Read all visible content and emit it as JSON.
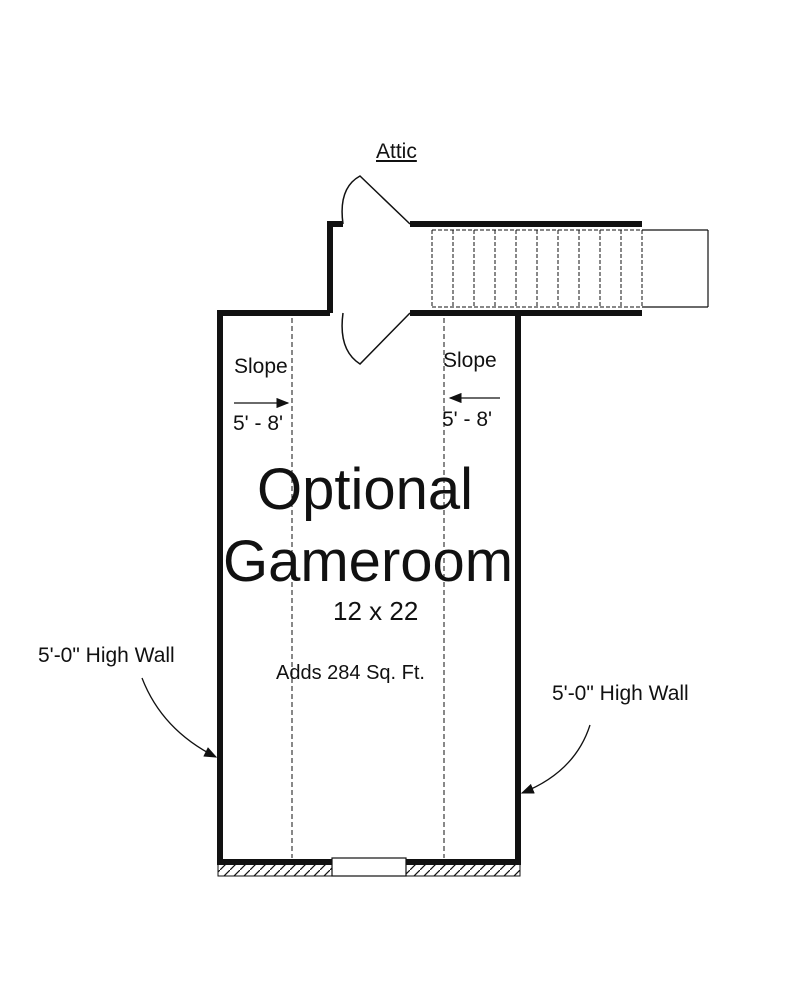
{
  "floor_plan": {
    "attic_label": "Attic",
    "slope_left_label": "Slope",
    "slope_left_height": "5' - 8'",
    "slope_right_label": "Slope",
    "slope_right_height": "5' - 8'",
    "room_name_line1": "Optional",
    "room_name_line2": "Gameroom",
    "room_dimensions": "12 x 22",
    "added_area": "Adds 284 Sq. Ft.",
    "left_wall_note": "5'-0\" High Wall",
    "right_wall_note": "5'-0\" High Wall"
  },
  "colors": {
    "line": "#111111",
    "background": "#ffffff"
  },
  "stairs": {
    "tread_count": 10
  }
}
